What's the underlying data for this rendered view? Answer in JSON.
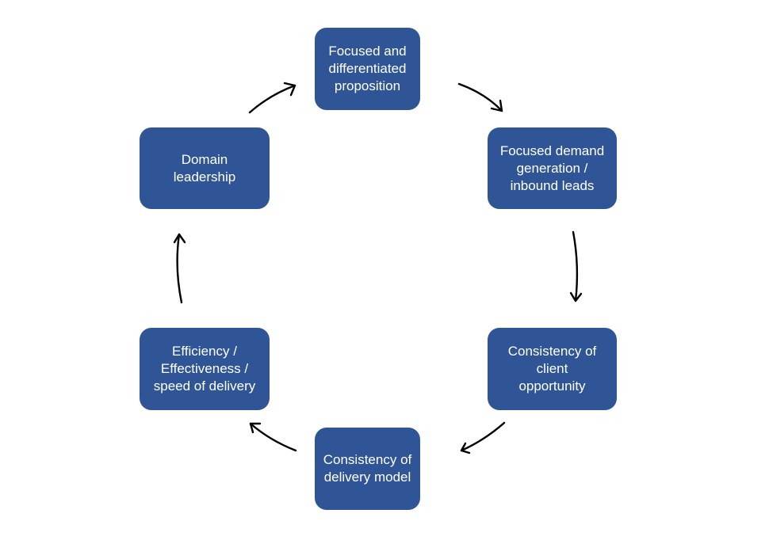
{
  "diagram": {
    "nodes": [
      {
        "id": "focused-proposition",
        "text": "Focused and\ndifferentiated\nproposition"
      },
      {
        "id": "demand-generation",
        "text": "Focused demand\ngeneration /\ninbound leads"
      },
      {
        "id": "client-opportunity",
        "text": "Consistency of\nclient\nopportunity"
      },
      {
        "id": "delivery-model",
        "text": "Consistency of\ndelivery model"
      },
      {
        "id": "efficiency",
        "text": "Efficiency /\nEffectiveness /\nspeed of delivery"
      },
      {
        "id": "domain-leadership",
        "text": "Domain\nleadership"
      }
    ],
    "edges": [
      {
        "from": "focused-proposition",
        "to": "demand-generation"
      },
      {
        "from": "demand-generation",
        "to": "client-opportunity"
      },
      {
        "from": "client-opportunity",
        "to": "delivery-model"
      },
      {
        "from": "delivery-model",
        "to": "efficiency"
      },
      {
        "from": "efficiency",
        "to": "domain-leadership"
      },
      {
        "from": "domain-leadership",
        "to": "focused-proposition"
      }
    ],
    "colors": {
      "node_fill": "#2f5597",
      "node_text": "#ffffff",
      "arrow": "#000000"
    }
  }
}
